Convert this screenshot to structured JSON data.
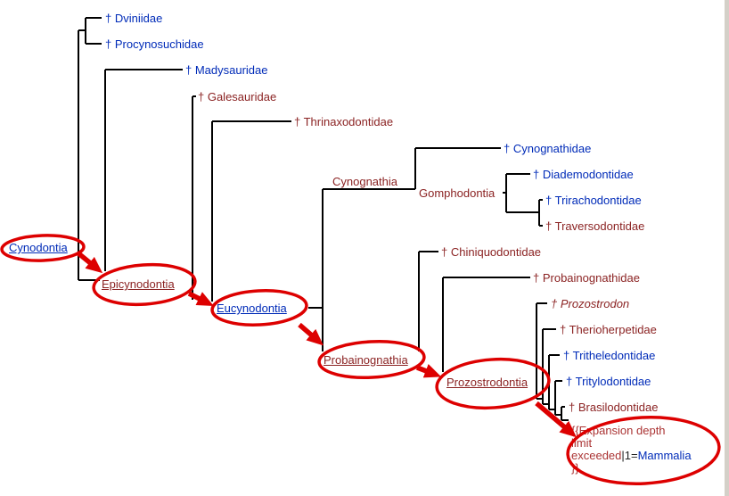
{
  "colors": {
    "link_blue": "#002bb8",
    "link_red": "#8b2323",
    "tree_line": "#000000",
    "annotation_red": "#dd0000",
    "error_text_red": "#aa3333",
    "background": "#ffffff"
  },
  "clades": {
    "cynodontia": "Cynodontia",
    "epicynodontia": "Epicynodontia",
    "eucynodontia": "Eucynodontia",
    "cynognathia": "Cynognathia",
    "gomphodontia": "Gomphodontia",
    "probainognathia": "Probainognathia",
    "prozostrodontia": "Prozostrodontia"
  },
  "leaves": {
    "dviniidae": "† Dviniidae",
    "procynosuchidae": "† Procynosuchidae",
    "madysauridae": "† Madysauridae",
    "galesauridae": "† Galesauridae",
    "thrinaxodontidae": "† Thrinaxodontidae",
    "cynognathidae": "† Cynognathidae",
    "diademodontidae": "† Diademodontidae",
    "trirachodontidae": "† Trirachodontidae",
    "traversodontidae": "† Traversodontidae",
    "chiniquodontidae": "† Chiniquodontidae",
    "probainognathidae": "† Probainognathidae",
    "prozostrodon": "† Prozostrodon",
    "therioherpetidae": "† Therioherpetidae",
    "tritheledontidae": "† Tritheledontidae",
    "tritylodontidae": "† Tritylodontidae",
    "brasilodontidae": "† Brasilodontidae"
  },
  "error_block": {
    "line1": "{{Expansion depth",
    "line2": "limit",
    "line3_word": "exceeded",
    "line3_param": "|1=",
    "line3_link": "Mammalia",
    "line4": "}}"
  },
  "annotations": {
    "highlighted_lineage": [
      "Cynodontia",
      "Epicynodontia",
      "Eucynodontia",
      "Probainognathia",
      "Prozostrodontia",
      "Mammalia"
    ]
  }
}
